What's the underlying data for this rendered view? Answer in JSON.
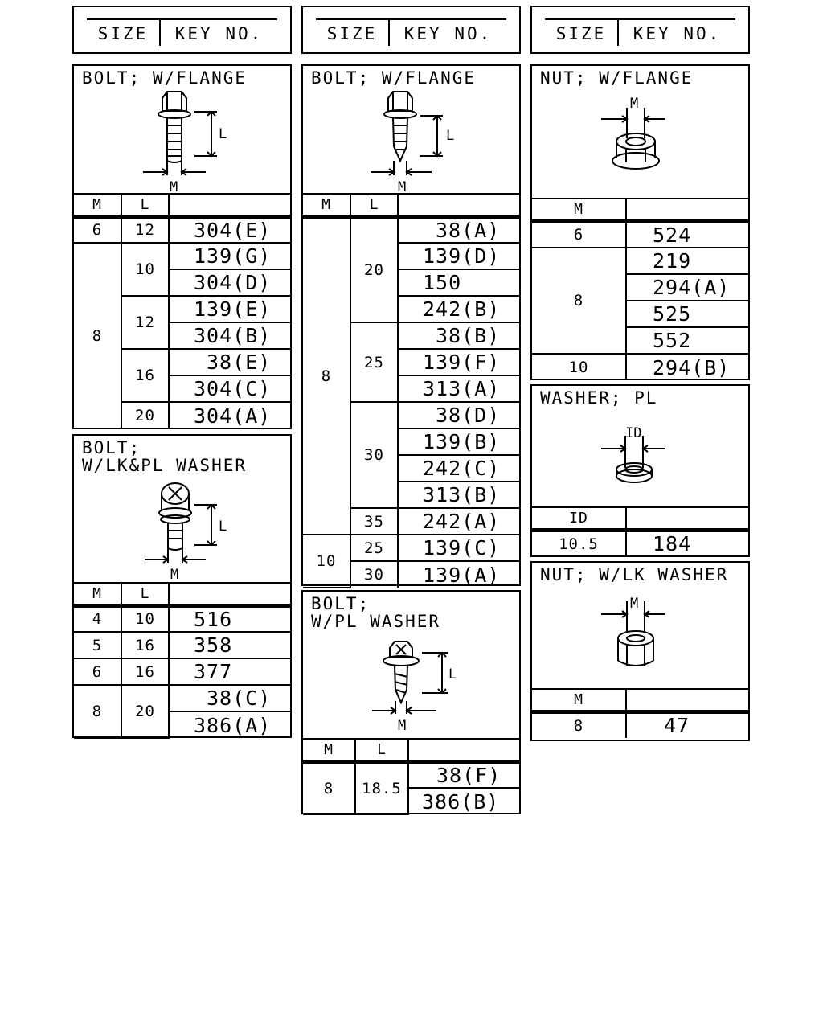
{
  "header": {
    "size_label": "SIZE",
    "key_label": "KEY NO."
  },
  "col_labels": {
    "m": "M",
    "l": "L",
    "id": "ID"
  },
  "dim_labels": {
    "m": "M",
    "l": "L",
    "id": "ID"
  },
  "sections": {
    "bolt_flange_a": {
      "title": "BOLT; W/FLANGE",
      "rows": [
        {
          "m": "6",
          "l": "12",
          "key": "304(E)"
        },
        {
          "m": "8",
          "l": "10",
          "key": "139(G)"
        },
        {
          "key": "304(D)"
        },
        {
          "l": "12",
          "key": "139(E)"
        },
        {
          "key": "304(B)"
        },
        {
          "l": "16",
          "key": "38(E)"
        },
        {
          "key": "304(C)"
        },
        {
          "l": "20",
          "key": "304(A)"
        }
      ]
    },
    "bolt_lk_pl": {
      "title": "BOLT;\nW/LK&PL WASHER",
      "rows": [
        {
          "m": "4",
          "l": "10",
          "key": "516"
        },
        {
          "m": "5",
          "l": "16",
          "key": "358"
        },
        {
          "m": "6",
          "l": "16",
          "key": "377"
        },
        {
          "m": "8",
          "l": "20",
          "key": "38(C)"
        },
        {
          "key": "386(A)"
        }
      ]
    },
    "bolt_flange_b": {
      "title": "BOLT; W/FLANGE",
      "rows": [
        {
          "m": "8",
          "l": "20",
          "key": "38(A)"
        },
        {
          "key": "139(D)"
        },
        {
          "key": "150"
        },
        {
          "key": "242(B)"
        },
        {
          "l": "25",
          "key": "38(B)"
        },
        {
          "key": "139(F)"
        },
        {
          "key": "313(A)"
        },
        {
          "l": "30",
          "key": "38(D)"
        },
        {
          "key": "139(B)"
        },
        {
          "key": "242(C)"
        },
        {
          "key": "313(B)"
        },
        {
          "l": "35",
          "key": "242(A)"
        },
        {
          "m": "10",
          "l": "25",
          "key": "139(C)"
        },
        {
          "l": "30",
          "key": "139(A)"
        }
      ]
    },
    "bolt_pl": {
      "title": "BOLT;\nW/PL WASHER",
      "rows": [
        {
          "m": "8",
          "l": "18.5",
          "key": "38(F)"
        },
        {
          "key": "386(B)"
        }
      ]
    },
    "nut_flange": {
      "title": "NUT; W/FLANGE",
      "rows": [
        {
          "m": "6",
          "key": "524"
        },
        {
          "m": "8",
          "key": "219"
        },
        {
          "key": "294(A)"
        },
        {
          "key": "525"
        },
        {
          "key": "552"
        },
        {
          "m": "10",
          "key": "294(B)"
        }
      ]
    },
    "washer_pl": {
      "title": "WASHER; PL",
      "rows": [
        {
          "id": "10.5",
          "key": "184"
        }
      ]
    },
    "nut_lk": {
      "title": "NUT; W/LK WASHER",
      "rows": [
        {
          "m": "8",
          "key": "47"
        }
      ]
    }
  }
}
